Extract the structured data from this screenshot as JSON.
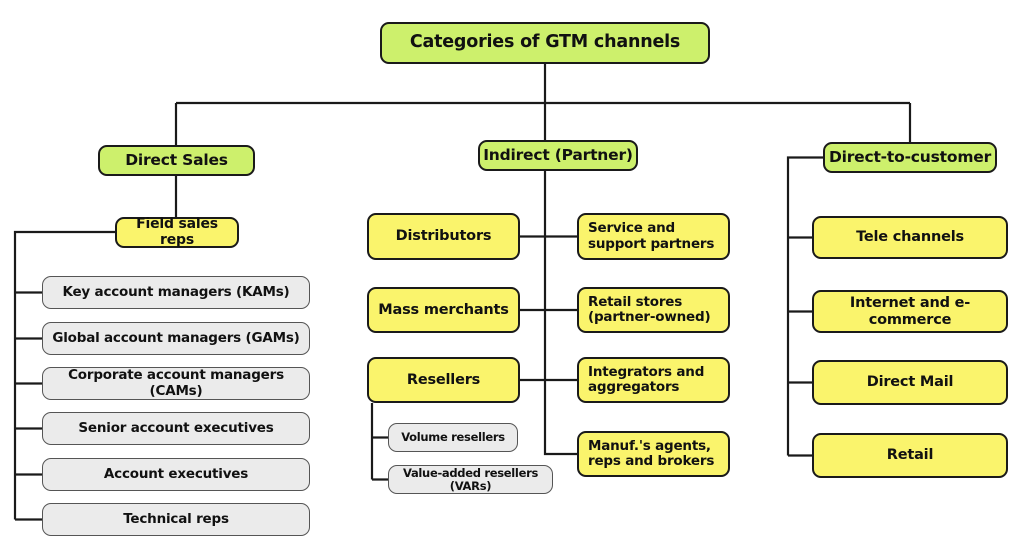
{
  "diagram": {
    "title": "Categories of GTM channels",
    "direct_sales": {
      "label": "Direct Sales",
      "field_sales_reps": "Field sales reps",
      "reps": [
        "Key account managers (KAMs)",
        "Global account managers (GAMs)",
        "Corporate account managers (CAMs)",
        "Senior account executives",
        "Account executives",
        "Technical reps"
      ]
    },
    "indirect_partner": {
      "label": "Indirect (Partner)",
      "left": [
        "Distributors",
        "Mass merchants",
        "Resellers"
      ],
      "reseller_types": [
        "Volume resellers",
        "Value-added resellers (VARs)"
      ],
      "right": [
        "Service and support partners",
        "Retail stores (partner-owned)",
        "Integrators and aggregators",
        "Manuf.'s agents, reps and brokers"
      ]
    },
    "direct_to_customer": {
      "label": "Direct-to-customer",
      "channels": [
        "Tele channels",
        "Internet and e-commerce",
        "Direct Mail",
        "Retail"
      ]
    },
    "colors": {
      "node_green": "#cdf06c",
      "node_yellow": "#faf46c",
      "node_gray": "#ebebeb",
      "line": "#1a1a1a"
    }
  }
}
